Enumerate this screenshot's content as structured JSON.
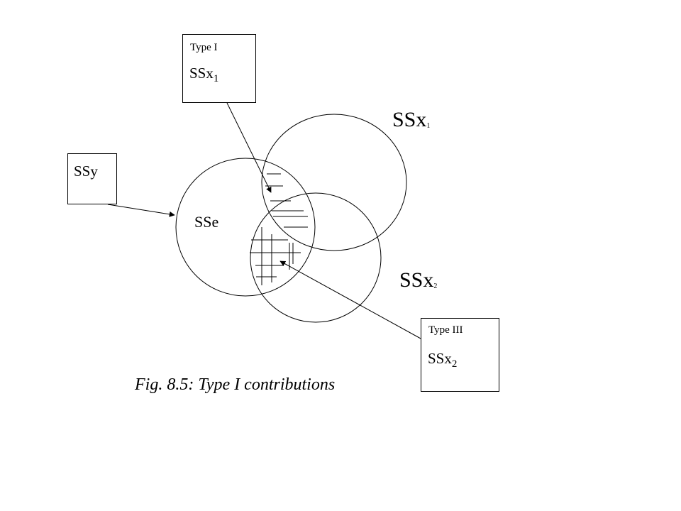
{
  "boxes": {
    "type1": {
      "heading": "Type I",
      "value": "SSx",
      "sub": "1"
    },
    "type3": {
      "heading": "Type III",
      "value": "SSx",
      "sub": "2"
    },
    "ssy": {
      "label": "SSy"
    }
  },
  "circles": {
    "sse": "SSe",
    "ssx1": {
      "text": "SSx",
      "sub": "1"
    },
    "ssx2": {
      "text": "SSx",
      "sub": "2"
    }
  },
  "caption": "Fig. 8.5: Type I contributions"
}
